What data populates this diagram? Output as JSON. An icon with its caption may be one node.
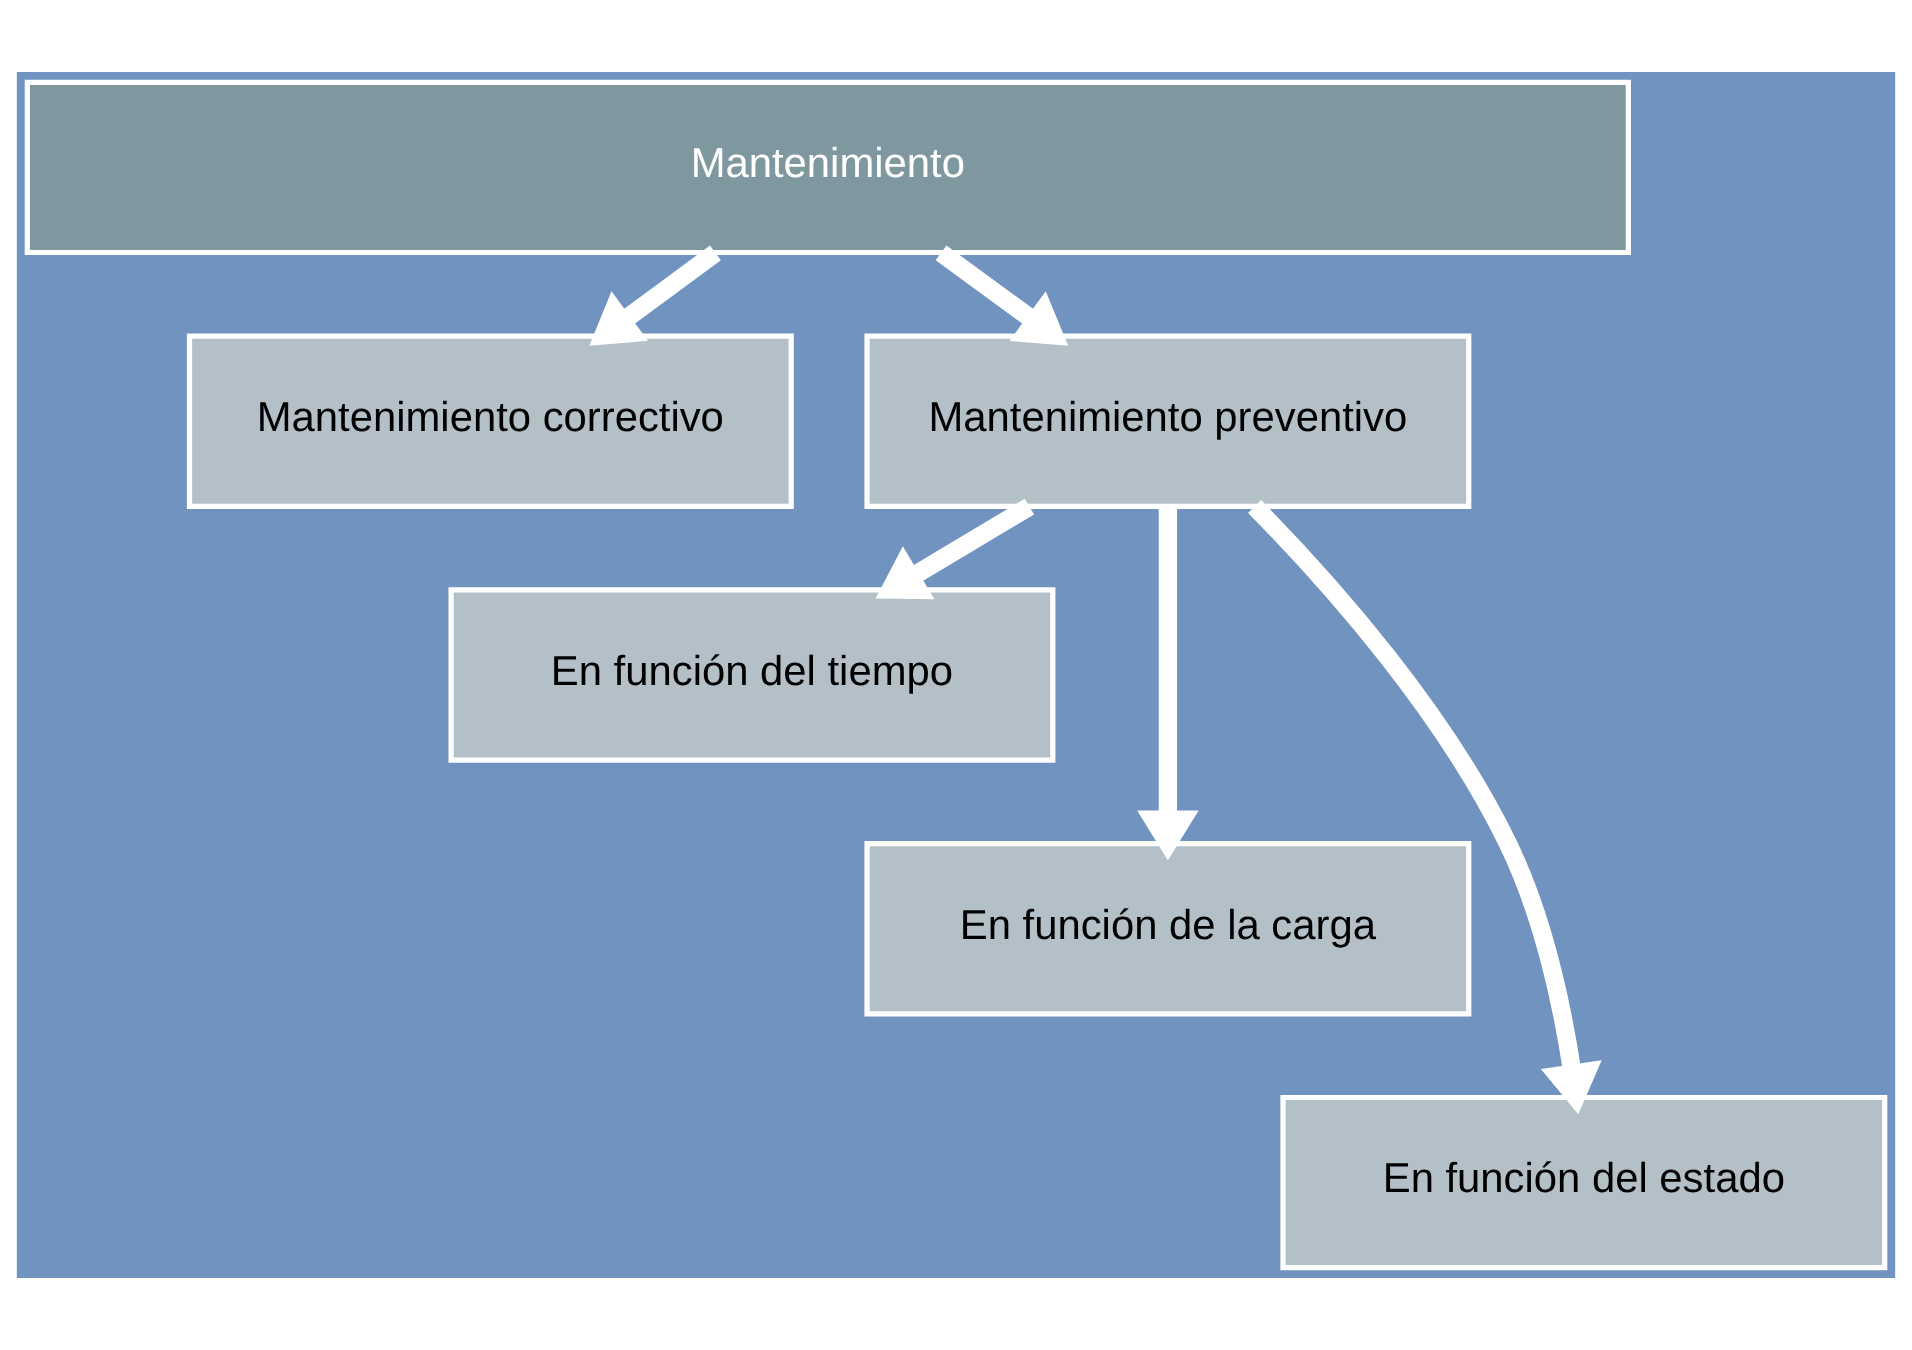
{
  "diagram": {
    "nodes": [
      {
        "text": [
          "Mantenimiento"
        ]
      },
      {
        "text": [
          "Mantenimiento correctivo"
        ]
      },
      {
        "text": [
          "Mantenimiento preventivo"
        ]
      },
      {
        "text": [
          "En función del tiempo"
        ]
      },
      {
        "text": [
          "En función de la carga"
        ]
      },
      {
        "text": [
          "En función del estado"
        ]
      }
    ],
    "edges": [
      {
        "from": 0,
        "to": 1,
        "arrow": "to"
      },
      {
        "from": 0,
        "to": 2,
        "arrow": "to"
      },
      {
        "from": 2,
        "to": 3,
        "arrow": "to"
      },
      {
        "from": 2,
        "to": 4,
        "arrow": "to"
      },
      {
        "from": 2,
        "to": 5,
        "arrow": "to"
      }
    ]
  }
}
